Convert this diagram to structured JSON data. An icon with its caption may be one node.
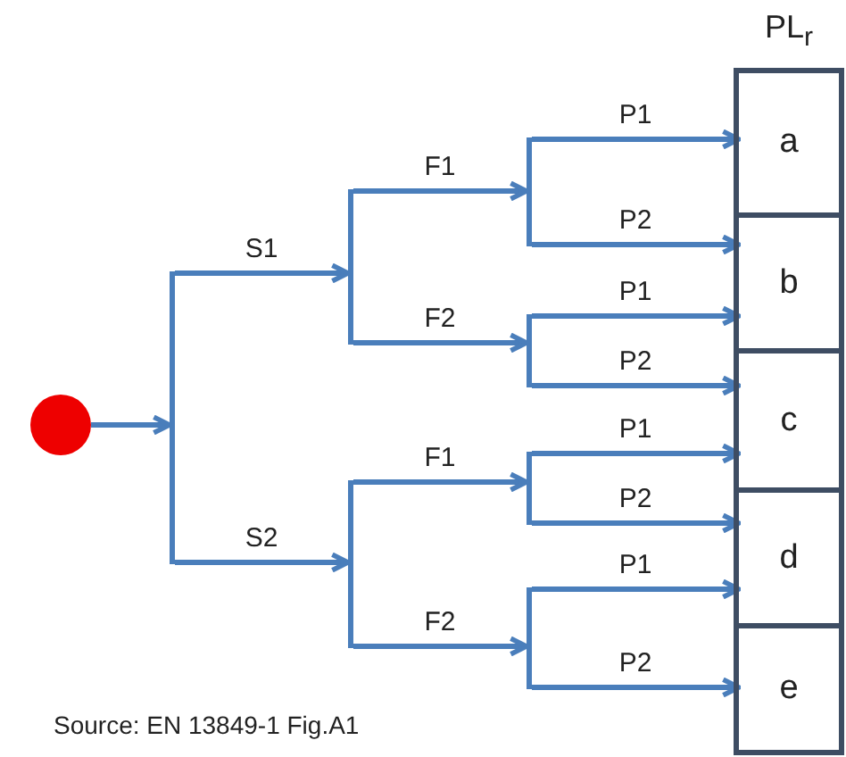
{
  "diagram": {
    "caption": "Source: EN 13849-1 Fig.A1",
    "nodes": [
      {
        "text": [],
        "shape": "circle"
      },
      {
        "text": [],
        "shape": "bar"
      },
      {
        "text": [],
        "shape": "bar"
      },
      {
        "text": [],
        "shape": "bar"
      },
      {
        "text": [],
        "shape": "bar"
      },
      {
        "text": [],
        "shape": "bar"
      },
      {
        "text": [],
        "shape": "bar"
      },
      {
        "text": [],
        "shape": "bar"
      },
      {
        "text": [
          "PL$_{r}$"
        ]
      },
      {
        "text": [
          "a"
        ],
        "in": 8
      },
      {
        "text": [
          "b"
        ],
        "in": 8
      },
      {
        "text": [
          "c"
        ],
        "in": 8
      },
      {
        "text": [
          "d"
        ],
        "in": 8
      },
      {
        "text": [
          "e"
        ],
        "in": 8
      }
    ],
    "edges": [
      {
        "from": 0,
        "to": 1,
        "arrow": "to"
      },
      {
        "from": 1,
        "to": 2,
        "arrow": "to",
        "label": "S1"
      },
      {
        "from": 1,
        "to": 3,
        "arrow": "to",
        "label": "S2"
      },
      {
        "from": 2,
        "to": 4,
        "arrow": "to",
        "label": "F1"
      },
      {
        "from": 2,
        "to": 5,
        "arrow": "to",
        "label": "F2"
      },
      {
        "from": 3,
        "to": 6,
        "arrow": "to",
        "label": "F1"
      },
      {
        "from": 3,
        "to": 7,
        "arrow": "to",
        "label": "F2"
      },
      {
        "from": 4,
        "to": 9,
        "arrow": "to",
        "label": "P1"
      },
      {
        "from": 4,
        "to": 10,
        "arrow": "to",
        "label": "P2"
      },
      {
        "from": 5,
        "to": 10,
        "arrow": "to",
        "label": "P1"
      },
      {
        "from": 5,
        "to": 11,
        "arrow": "to",
        "label": "P2"
      },
      {
        "from": 6,
        "to": 11,
        "arrow": "to",
        "label": "P1"
      },
      {
        "from": 6,
        "to": 12,
        "arrow": "to",
        "label": "P2"
      },
      {
        "from": 7,
        "to": 12,
        "arrow": "to",
        "label": "P1"
      },
      {
        "from": 7,
        "to": 13,
        "arrow": "to",
        "label": "P2"
      }
    ]
  }
}
